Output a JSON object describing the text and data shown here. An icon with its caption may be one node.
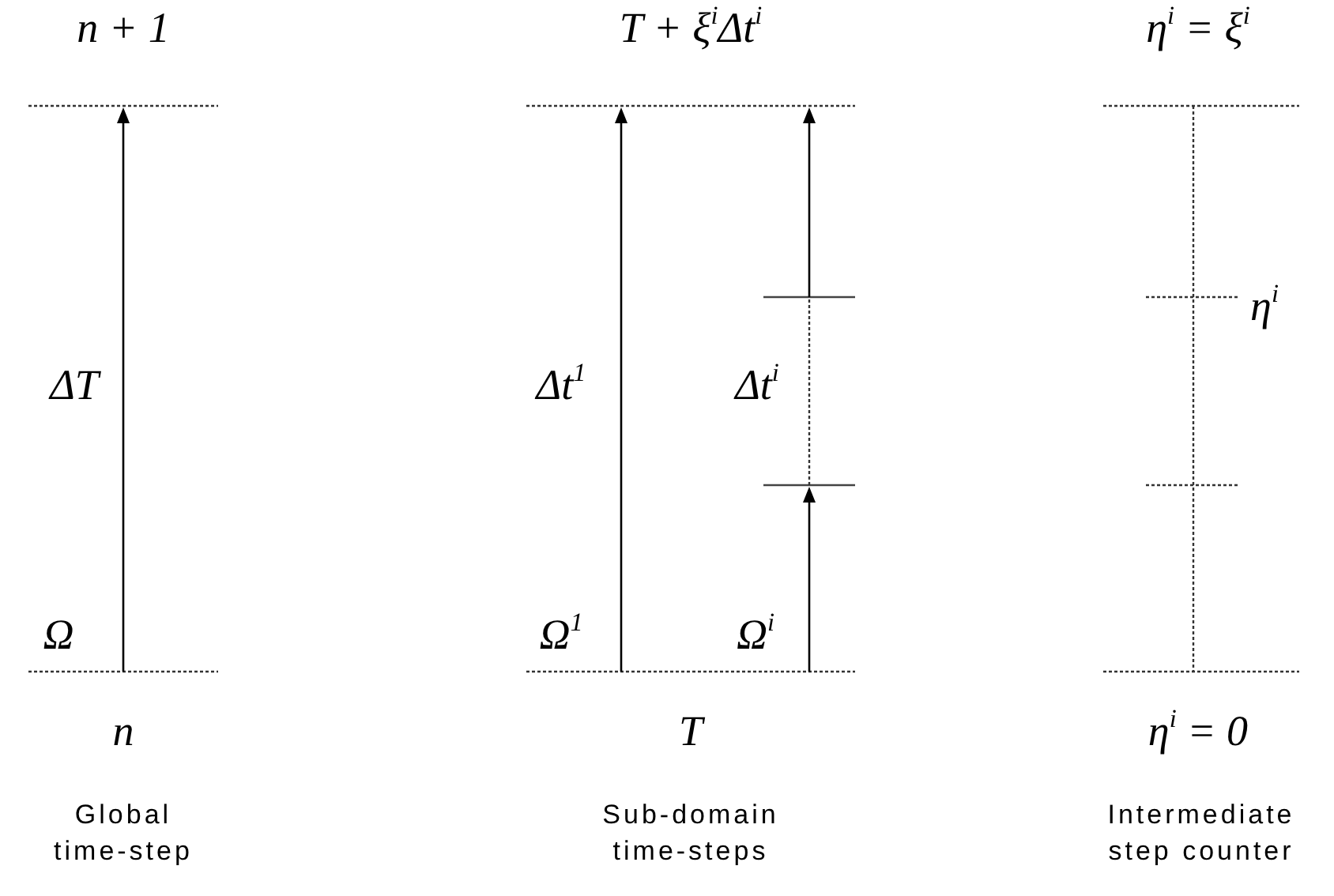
{
  "diagram": {
    "labels": [
      "n + 1",
      "T + ξ$^{i}$Δt$^{i}$",
      "η$^{i}$ = ξ$^{i}$",
      "η$^{i}$",
      "ΔT",
      "Δt$^{1}$",
      "Δt$^{i}$",
      "Ω",
      "Ω$^{1}$",
      "Ω$^{i}$",
      "n",
      "T",
      "η$^{i}$ = 0",
      "Global time-step",
      "Sub-domain time-steps",
      "Intermediate step counter"
    ]
  }
}
